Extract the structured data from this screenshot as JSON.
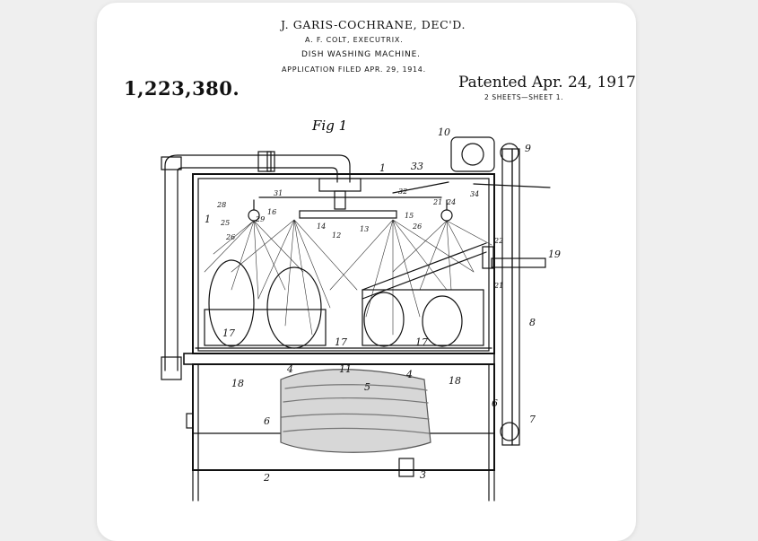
{
  "patent": {
    "inventor": "J. GARIS-COCHRANE, DEC'D.",
    "executrix": "A. F. COLT, EXECUTRIX.",
    "title": "DISH WASHING MACHINE.",
    "application_filed": "APPLICATION FILED APR. 29, 1914.",
    "number": "1,223,380.",
    "patented": "Patented Apr. 24, 1917.",
    "sheets": "2 SHEETS—SHEET 1."
  },
  "figure": {
    "label": "Fig 1",
    "reference_numerals": [
      "1",
      "2",
      "3",
      "4",
      "5",
      "6",
      "7",
      "8",
      "9",
      "10",
      "11",
      "12",
      "13",
      "14",
      "15",
      "16",
      "17",
      "18",
      "19",
      "21",
      "22",
      "24",
      "25",
      "26",
      "28",
      "29",
      "31",
      "32",
      "33",
      "34"
    ]
  }
}
